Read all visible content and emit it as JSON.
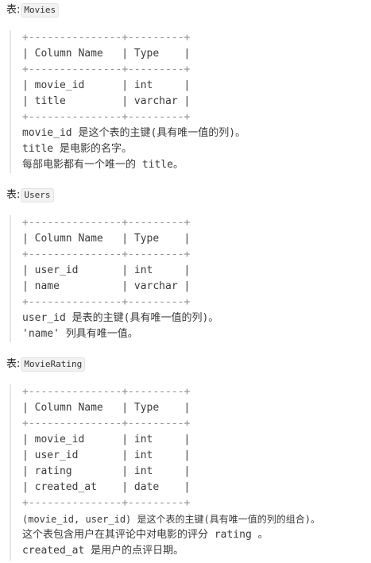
{
  "tables": [
    {
      "label": "表:",
      "name": "Movies",
      "border": "+---------------+---------+",
      "header": "| Column Name   | Type    |",
      "rows": [
        "| movie_id      | int     |",
        "| title         | varchar |"
      ],
      "notes": [
        "movie_id 是这个表的主键(具有唯一值的列)。",
        "title 是电影的名字。",
        "每部电影都有一个唯一的 title。"
      ]
    },
    {
      "label": "表:",
      "name": "Users",
      "border": "+---------------+---------+",
      "header": "| Column Name   | Type    |",
      "rows": [
        "| user_id       | int     |",
        "| name          | varchar |"
      ],
      "notes": [
        "user_id 是表的主键(具有唯一值的列)。",
        "'name' 列具有唯一值。"
      ]
    },
    {
      "label": "表:",
      "name": "MovieRating",
      "border": "+---------------+---------+",
      "header": "| Column Name   | Type    |",
      "rows": [
        "| movie_id      | int     |",
        "| user_id       | int     |",
        "| rating        | int     |",
        "| created_at    | date    |"
      ],
      "notes": [
        "(movie_id, user_id) 是这个表的主键(具有唯一值的列的组合)。",
        "这个表包含用户在其评论中对电影的评分 rating 。",
        "created_at 是用户的点评日期。"
      ]
    }
  ]
}
